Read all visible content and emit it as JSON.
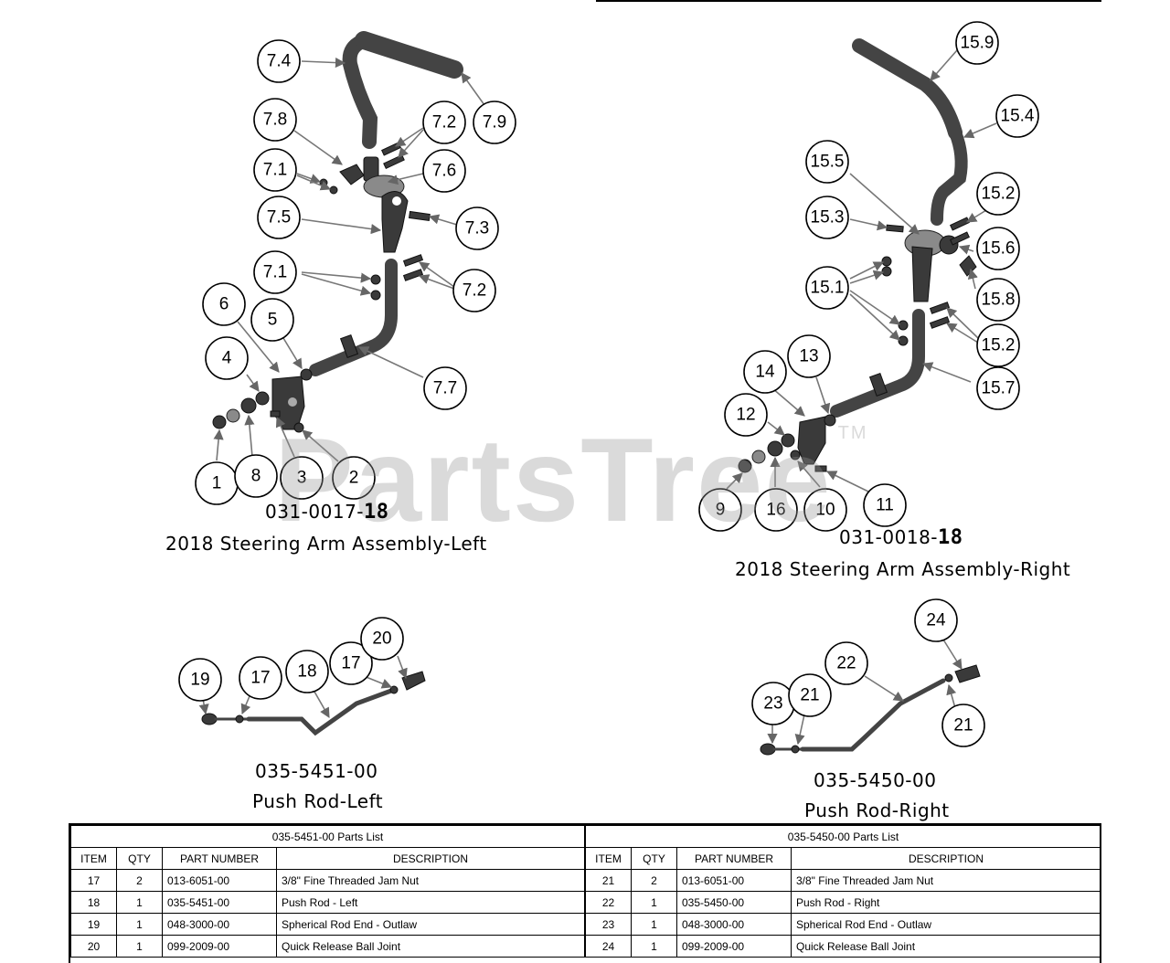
{
  "watermark": {
    "text": "PartsTree",
    "mark": "TM"
  },
  "assemblies": {
    "left": {
      "part_prefix": "031-0017-",
      "part_suffix": "18",
      "title": "2018 Steering Arm Assembly-Left"
    },
    "right": {
      "part_prefix": "031-0018-",
      "part_suffix": "18",
      "title": "2018 Steering Arm Assembly-Right"
    },
    "pushrod_left": {
      "part_number": "035-5451-00",
      "title": "Push Rod-Left"
    },
    "pushrod_right": {
      "part_number": "035-5450-00",
      "title": "Push Rod-Right"
    }
  },
  "callouts": [
    {
      "id": "7.4"
    },
    {
      "id": "7.9"
    },
    {
      "id": "7.8"
    },
    {
      "id": "7.2"
    },
    {
      "id": "7.1"
    },
    {
      "id": "7.6"
    },
    {
      "id": "7.5"
    },
    {
      "id": "7.3"
    },
    {
      "id": "7.1"
    },
    {
      "id": "7.2"
    },
    {
      "id": "6"
    },
    {
      "id": "5"
    },
    {
      "id": "4"
    },
    {
      "id": "7.7"
    },
    {
      "id": "1"
    },
    {
      "id": "8"
    },
    {
      "id": "3"
    },
    {
      "id": "2"
    },
    {
      "id": "15.9"
    },
    {
      "id": "15.4"
    },
    {
      "id": "15.5"
    },
    {
      "id": "15.2"
    },
    {
      "id": "15.3"
    },
    {
      "id": "15.6"
    },
    {
      "id": "15.1"
    },
    {
      "id": "15.8"
    },
    {
      "id": "15.2"
    },
    {
      "id": "14"
    },
    {
      "id": "13"
    },
    {
      "id": "15.7"
    },
    {
      "id": "12"
    },
    {
      "id": "9"
    },
    {
      "id": "16"
    },
    {
      "id": "10"
    },
    {
      "id": "11"
    },
    {
      "id": "19"
    },
    {
      "id": "17"
    },
    {
      "id": "18"
    },
    {
      "id": "17"
    },
    {
      "id": "20"
    },
    {
      "id": "24"
    },
    {
      "id": "22"
    },
    {
      "id": "23"
    },
    {
      "id": "21"
    },
    {
      "id": "21"
    }
  ],
  "tables": [
    {
      "caption": "035-5451-00 Parts List",
      "headers": [
        "ITEM",
        "QTY",
        "PART NUMBER",
        "DESCRIPTION"
      ],
      "rows": [
        [
          "17",
          "2",
          "013-6051-00",
          "3/8\" Fine Threaded Jam Nut"
        ],
        [
          "18",
          "1",
          "035-5451-00",
          "Push Rod -  Left"
        ],
        [
          "19",
          "1",
          "048-3000-00",
          "Spherical Rod End - Outlaw"
        ],
        [
          "20",
          "1",
          "099-2009-00",
          "Quick Release Ball Joint"
        ]
      ]
    },
    {
      "caption": "035-5450-00 Parts List",
      "headers": [
        "ITEM",
        "QTY",
        "PART NUMBER",
        "DESCRIPTION"
      ],
      "rows": [
        [
          "21",
          "2",
          "013-6051-00",
          "3/8\" Fine Threaded Jam Nut"
        ],
        [
          "22",
          "1",
          "035-5450-00",
          "Push Rod - Right"
        ],
        [
          "23",
          "1",
          "048-3000-00",
          "Spherical Rod End - Outlaw"
        ],
        [
          "24",
          "1",
          "099-2009-00",
          "Quick Release Ball Joint"
        ]
      ]
    }
  ]
}
